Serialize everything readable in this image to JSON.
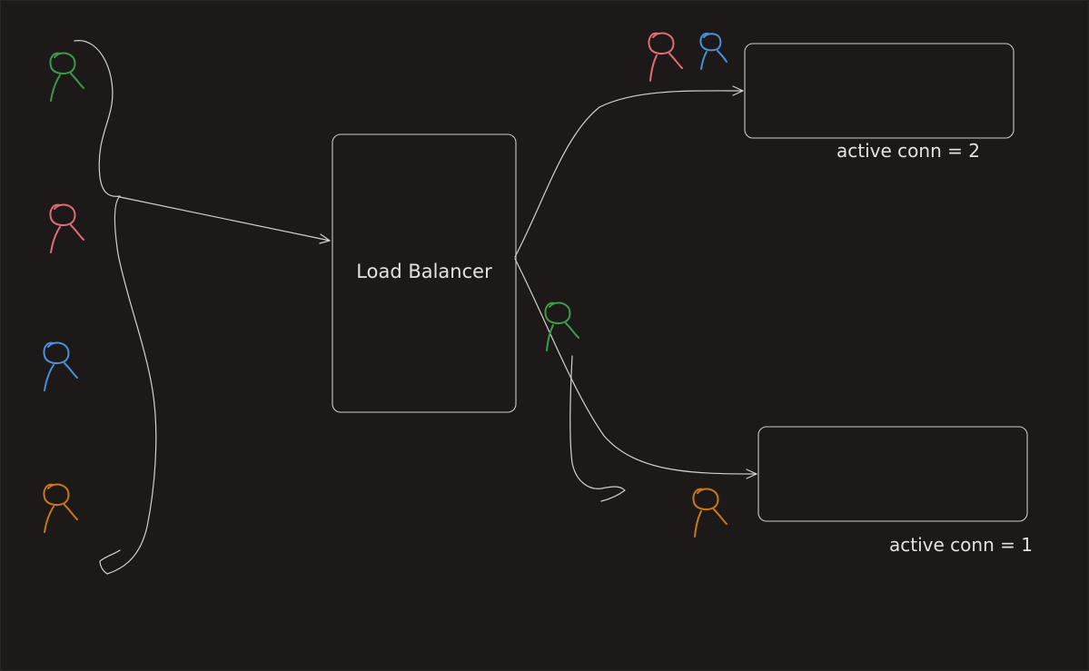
{
  "diagram": {
    "load_balancer": {
      "label": "Load Balancer"
    },
    "servers": [
      {
        "label": "active conn = 2"
      },
      {
        "label": "active conn = 1"
      }
    ],
    "colors": {
      "background": "#1c1918",
      "stroke": "#d6d1cc",
      "green": "#3c9a4b",
      "red": "#e06c75",
      "blue": "#4a90d9",
      "orange": "#c8781a"
    },
    "icons": {
      "client": "person-icon"
    }
  }
}
